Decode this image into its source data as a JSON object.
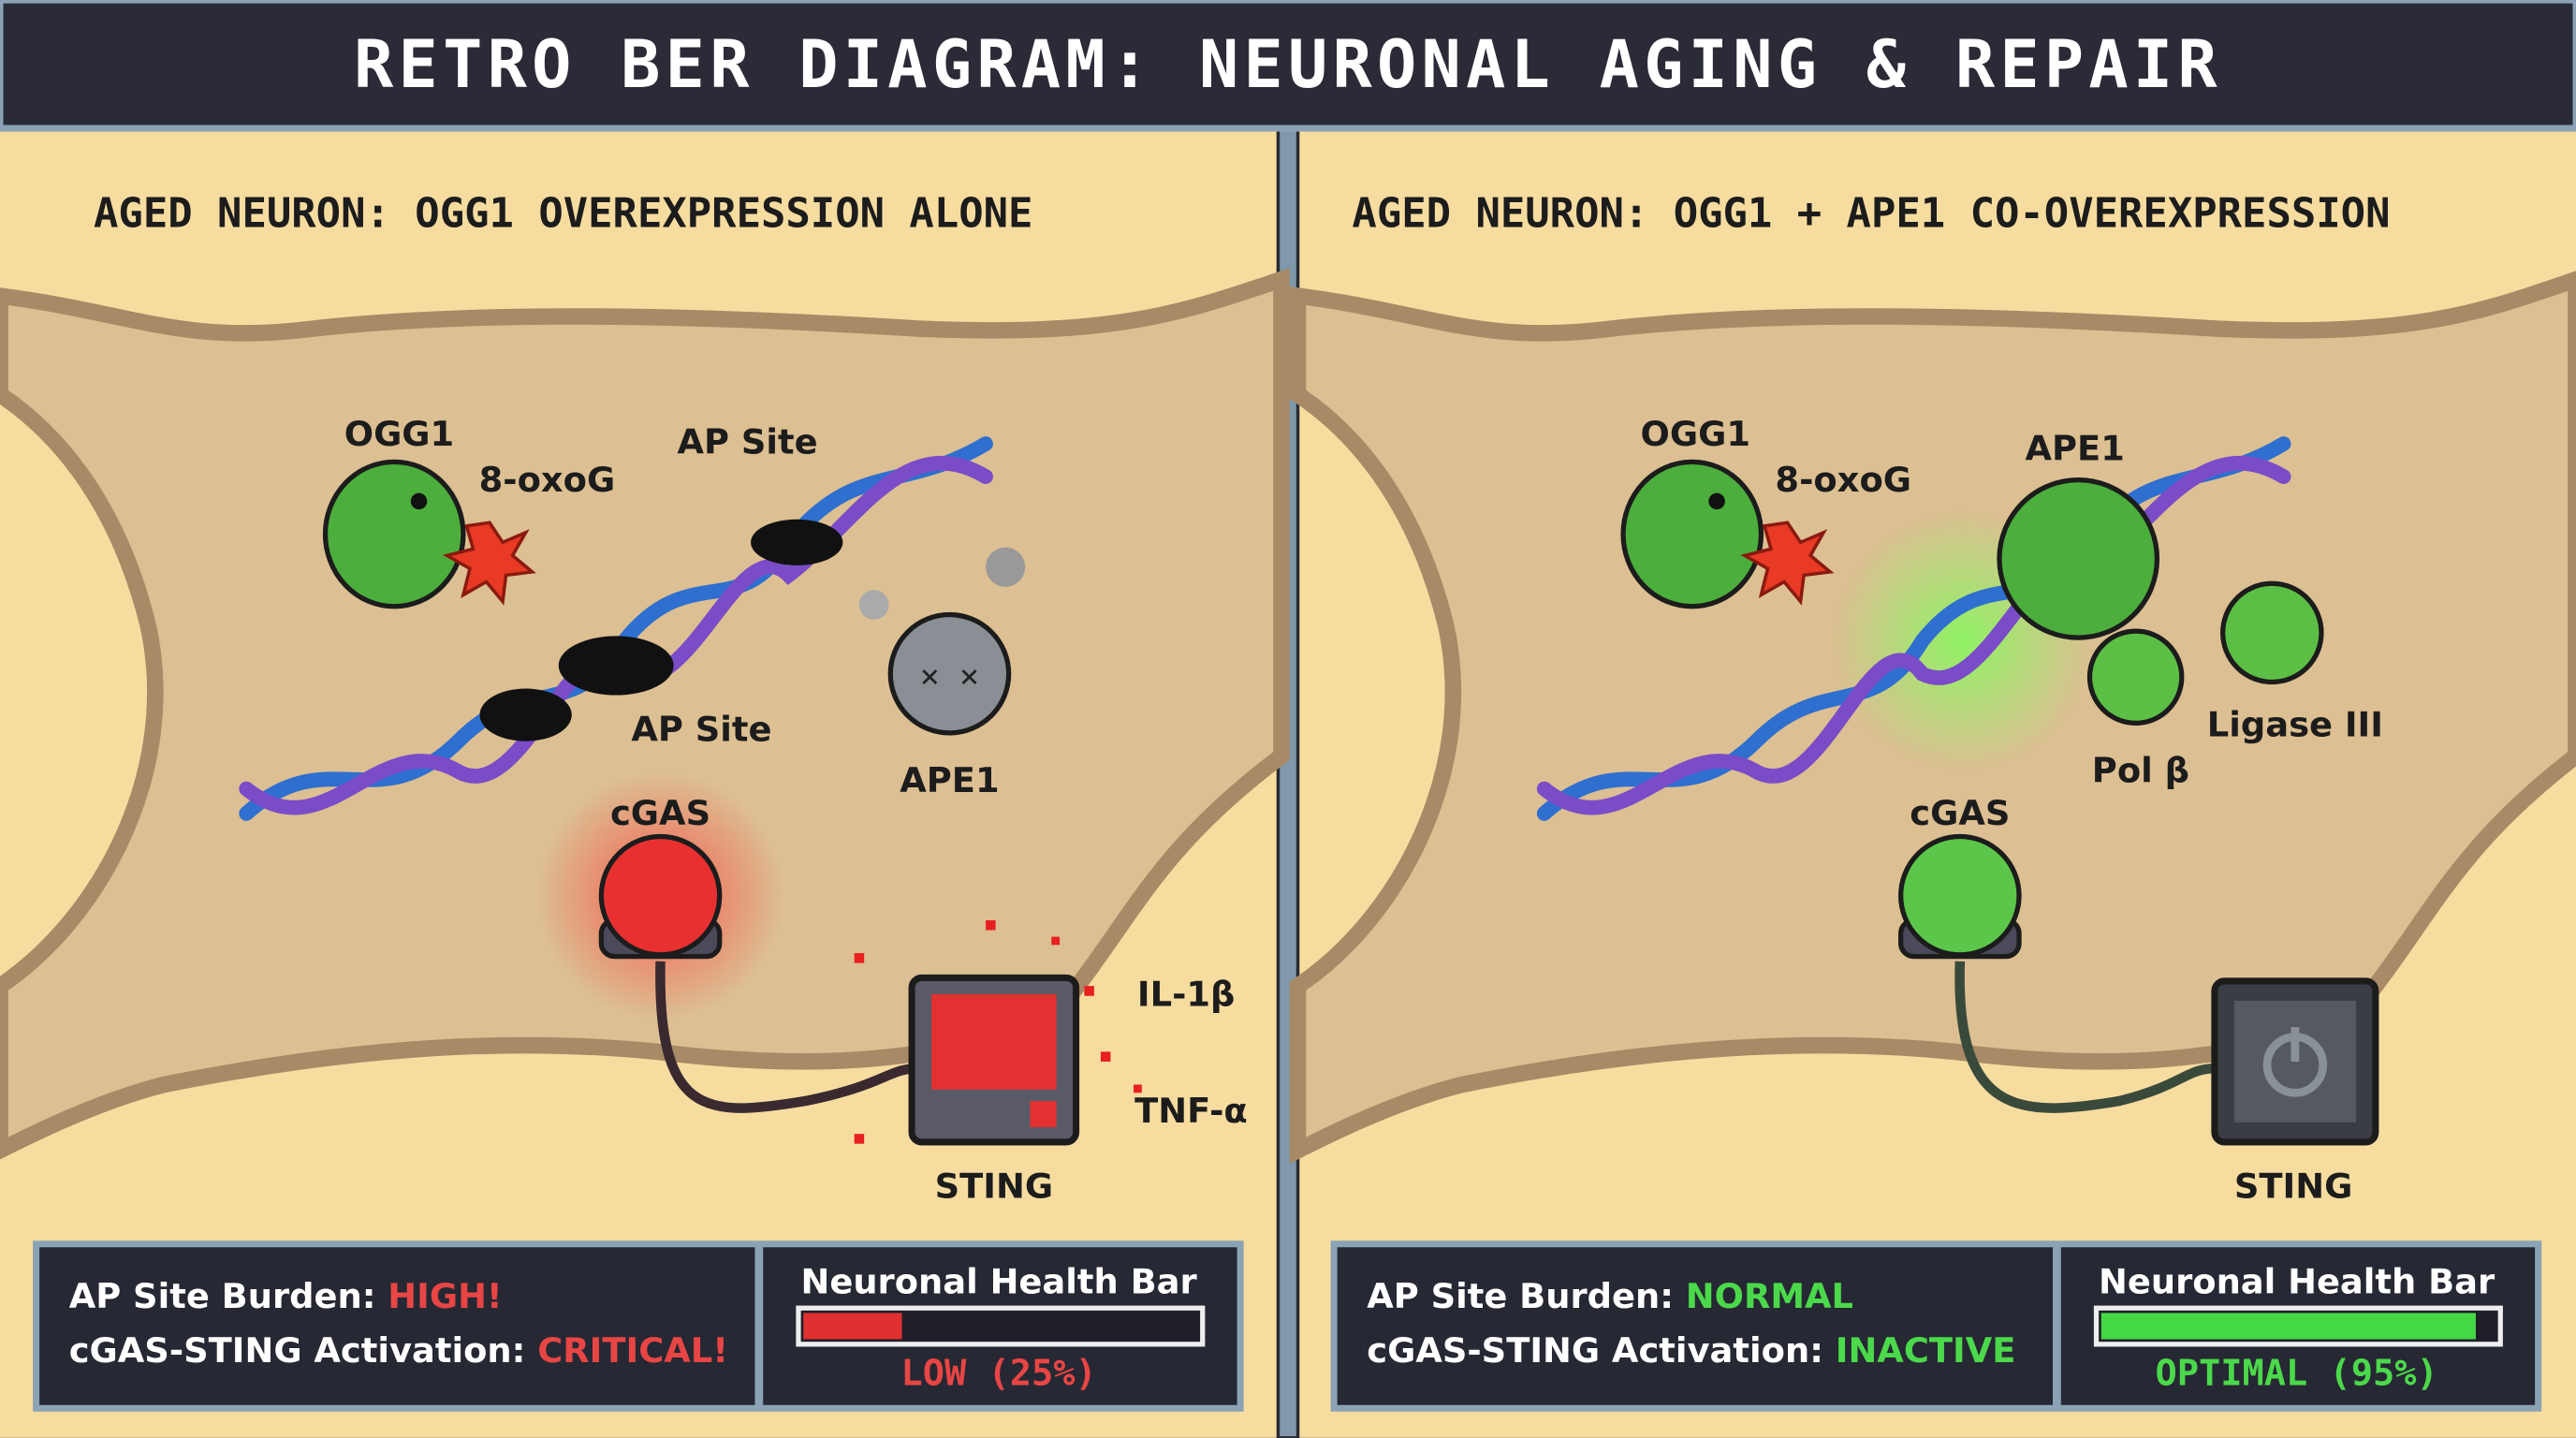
{
  "title": "RETRO BER DIAGRAM: NEURONAL AGING & REPAIR",
  "colors": {
    "sand": "#f7dca0",
    "cell": "#dcbf92",
    "panel": "#262833",
    "danger": "#e84545",
    "ok": "#4bd94b",
    "protein": "#4cae3c"
  },
  "left": {
    "subtitle": "AGED NEURON: OGG1 OVEREXPRESSION ALONE",
    "labels": {
      "ogg1": "OGG1",
      "oxog": "8-oxoG",
      "ap_site_top": "AP Site",
      "ap_site_bottom": "AP Site",
      "ape1": "APE1",
      "cgas": "cGAS",
      "sting": "STING",
      "il1b": "IL-1β",
      "tnfa": "TNF-α"
    },
    "status": {
      "burden_label": "AP Site Burden:",
      "burden_value": "HIGH!",
      "activation_label": "cGAS-STING Activation:",
      "activation_value": "CRITICAL!",
      "health_title": "Neuronal Health Bar",
      "health_text": "LOW (25%)",
      "health_percent": 25
    }
  },
  "right": {
    "subtitle": "AGED NEURON: OGG1 + APE1 CO-OVEREXPRESSION",
    "labels": {
      "ogg1": "OGG1",
      "oxog": "8-oxoG",
      "ape1": "APE1",
      "ligase": "Ligase III",
      "polb": "Pol β",
      "cgas": "cGAS",
      "sting": "STING"
    },
    "status": {
      "burden_label": "AP Site Burden:",
      "burden_value": "NORMAL",
      "activation_label": "cGAS-STING Activation:",
      "activation_value": "INACTIVE",
      "health_title": "Neuronal Health Bar",
      "health_text": "OPTIMAL (95%)",
      "health_percent": 95
    }
  }
}
